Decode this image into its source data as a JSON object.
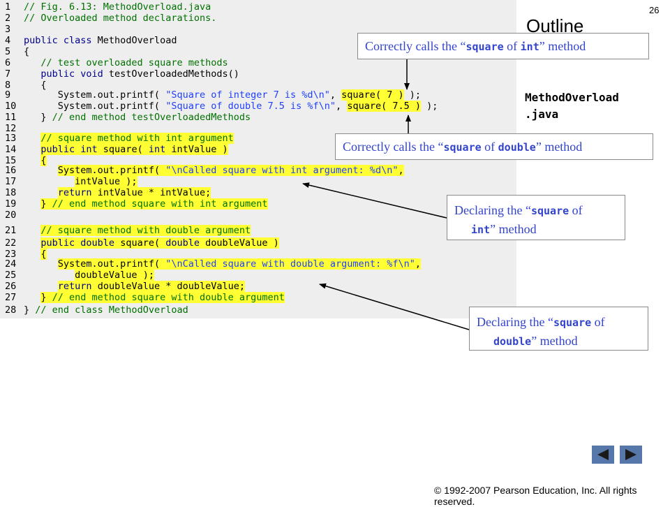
{
  "slide_number": "26",
  "outline_title": "Outline",
  "file_label": [
    "MethodOverload",
    ".java"
  ],
  "code_lines": [
    {
      "n": "1",
      "hl": false,
      "segs": [
        {
          "t": "// Fig. 6.13: MethodOverload.java",
          "c": "cmt"
        }
      ]
    },
    {
      "n": "2",
      "hl": false,
      "segs": [
        {
          "t": "// Overloaded method declarations.",
          "c": "cmt"
        }
      ]
    },
    {
      "n": "3",
      "hl": false,
      "segs": []
    },
    {
      "n": "4",
      "hl": false,
      "segs": [
        {
          "t": "public class",
          "c": "kw"
        },
        {
          "t": " MethodOverload",
          "c": ""
        }
      ]
    },
    {
      "n": "5",
      "hl": false,
      "segs": [
        {
          "t": "{",
          "c": ""
        }
      ]
    },
    {
      "n": "6",
      "hl": false,
      "segs": [
        {
          "t": "   // test overloaded square methods",
          "c": "cmt"
        }
      ]
    },
    {
      "n": "7",
      "hl": false,
      "segs": [
        {
          "t": "   ",
          "c": ""
        },
        {
          "t": "public void",
          "c": "kw"
        },
        {
          "t": " testOverloadedMethods()",
          "c": ""
        }
      ]
    },
    {
      "n": "8",
      "hl": false,
      "segs": [
        {
          "t": "   {",
          "c": ""
        }
      ]
    },
    {
      "n": "9",
      "hl": false,
      "segs": [
        {
          "t": "      System.out.printf( ",
          "c": ""
        },
        {
          "t": "\"Square of integer 7 is %d\\n\"",
          "c": "str"
        },
        {
          "t": ", ",
          "c": ""
        },
        {
          "t": "square( 7 )",
          "c": "",
          "h": true
        },
        {
          "t": " );",
          "c": ""
        }
      ]
    },
    {
      "n": "10",
      "hl": false,
      "segs": [
        {
          "t": "      System.out.printf( ",
          "c": ""
        },
        {
          "t": "\"Square of double 7.5 is %f\\n\"",
          "c": "str"
        },
        {
          "t": ", ",
          "c": ""
        },
        {
          "t": "square( 7.5 )",
          "c": "",
          "h": true
        },
        {
          "t": " );",
          "c": ""
        }
      ]
    },
    {
      "n": "11",
      "hl": false,
      "segs": [
        {
          "t": "   } ",
          "c": ""
        },
        {
          "t": "// end method testOverloadedMethods",
          "c": "cmt"
        }
      ]
    },
    {
      "n": "12",
      "hl": false,
      "segs": []
    },
    {
      "n": "13",
      "hl": true,
      "segs": [
        {
          "t": "   ",
          "c": "",
          "nohl": true
        },
        {
          "t": "// square method with int argument",
          "c": "cmt"
        }
      ]
    },
    {
      "n": "14",
      "hl": true,
      "segs": [
        {
          "t": "   ",
          "c": "",
          "nohl": true
        },
        {
          "t": "public int",
          "c": "kw"
        },
        {
          "t": " square( ",
          "c": ""
        },
        {
          "t": "int",
          "c": "kw"
        },
        {
          "t": " intValue )",
          "c": ""
        }
      ]
    },
    {
      "n": "15",
      "hl": true,
      "segs": [
        {
          "t": "   ",
          "c": "",
          "nohl": true
        },
        {
          "t": "{",
          "c": ""
        }
      ]
    },
    {
      "n": "16",
      "hl": true,
      "segs": [
        {
          "t": "      ",
          "c": "",
          "nohl": true
        },
        {
          "t": "System.out.printf( ",
          "c": ""
        },
        {
          "t": "\"\\nCalled square with int argument: %d\\n\"",
          "c": "str"
        },
        {
          "t": ",",
          "c": ""
        }
      ]
    },
    {
      "n": "17",
      "hl": true,
      "segs": [
        {
          "t": "         ",
          "c": "",
          "nohl": true
        },
        {
          "t": "intValue );",
          "c": ""
        }
      ]
    },
    {
      "n": "18",
      "hl": true,
      "segs": [
        {
          "t": "      ",
          "c": "",
          "nohl": true
        },
        {
          "t": "return",
          "c": "kw"
        },
        {
          "t": " intValue * intValue;",
          "c": ""
        }
      ]
    },
    {
      "n": "19",
      "hl": true,
      "segs": [
        {
          "t": "   ",
          "c": "",
          "nohl": true
        },
        {
          "t": "} ",
          "c": ""
        },
        {
          "t": "// end method square with int argument",
          "c": "cmt"
        }
      ]
    },
    {
      "n": "20",
      "hl": false,
      "segs": []
    },
    {
      "n": "21",
      "hl": true,
      "segs": [
        {
          "t": "   ",
          "c": "",
          "nohl": true
        },
        {
          "t": "// square method with double argument",
          "c": "cmt"
        }
      ]
    },
    {
      "n": "22",
      "hl": true,
      "segs": [
        {
          "t": "   ",
          "c": "",
          "nohl": true
        },
        {
          "t": "public double",
          "c": "kw"
        },
        {
          "t": " square( ",
          "c": ""
        },
        {
          "t": "double",
          "c": "kw"
        },
        {
          "t": " doubleValue )",
          "c": ""
        }
      ]
    },
    {
      "n": "23",
      "hl": true,
      "segs": [
        {
          "t": "   ",
          "c": "",
          "nohl": true
        },
        {
          "t": "{",
          "c": ""
        }
      ]
    },
    {
      "n": "24",
      "hl": true,
      "segs": [
        {
          "t": "      ",
          "c": "",
          "nohl": true
        },
        {
          "t": "System.out.printf( ",
          "c": ""
        },
        {
          "t": "\"\\nCalled square with double argument: %f\\n\"",
          "c": "str"
        },
        {
          "t": ",",
          "c": ""
        }
      ]
    },
    {
      "n": "25",
      "hl": true,
      "segs": [
        {
          "t": "         ",
          "c": "",
          "nohl": true
        },
        {
          "t": "doubleValue );",
          "c": ""
        }
      ]
    },
    {
      "n": "26",
      "hl": true,
      "segs": [
        {
          "t": "      ",
          "c": "",
          "nohl": true
        },
        {
          "t": "return",
          "c": "kw"
        },
        {
          "t": " doubleValue * doubleValue;",
          "c": ""
        }
      ]
    },
    {
      "n": "27",
      "hl": true,
      "segs": [
        {
          "t": "   ",
          "c": "",
          "nohl": true
        },
        {
          "t": "} ",
          "c": ""
        },
        {
          "t": "// end method square with double argument",
          "c": "cmt"
        }
      ]
    },
    {
      "n": "28",
      "hl": false,
      "segs": [
        {
          "t": "} ",
          "c": ""
        },
        {
          "t": "// end class MethodOverload",
          "c": "cmt"
        }
      ]
    }
  ],
  "callouts": {
    "calls_int": {
      "before": "Correctly calls the “",
      "code1": "square",
      "middle": " of ",
      "code2": "int",
      "after": "” method"
    },
    "calls_double": {
      "before": "Correctly calls the “",
      "code1": "square",
      "middle": " of ",
      "code2": "double",
      "after": "” method"
    },
    "declares_int": {
      "before": "Declaring the “",
      "code1": "square",
      "middle": " of",
      "code2": "int",
      "after": "” method"
    },
    "declares_double": {
      "before": "Declaring the “",
      "code1": "square",
      "middle": " of",
      "code2": "double",
      "after": "” method"
    }
  },
  "copyright": "© 1992-2007 Pearson Education, Inc.  All rights reserved.",
  "nav": {
    "prev_label": "Previous slide",
    "next_label": "Next slide"
  },
  "colors": {
    "highlight": "#ffff33",
    "comment": "#007000",
    "keyword": "#00008b",
    "string": "#1f3fff",
    "callout_text": "#3344cc",
    "nav_button": "#5577aa"
  }
}
